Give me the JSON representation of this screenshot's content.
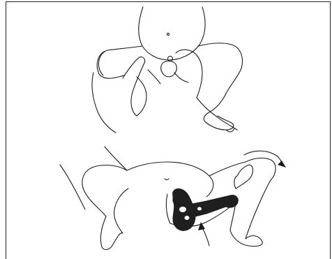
{
  "figure": {
    "panels": [
      {
        "id": "top",
        "depicts": "infant-hips-examination-thumbs-on-thighs"
      },
      {
        "id": "bottom",
        "depicts": "infant-hip-abduction-with-femur-arrows"
      }
    ],
    "colors": {
      "line": "#1a1a1a",
      "fill": "#1f1f1f",
      "background": "#ffffff"
    },
    "arrows": [
      {
        "name": "abduction-arrow",
        "direction": "down-right"
      },
      {
        "name": "pressure-arrow",
        "direction": "up"
      }
    ]
  }
}
